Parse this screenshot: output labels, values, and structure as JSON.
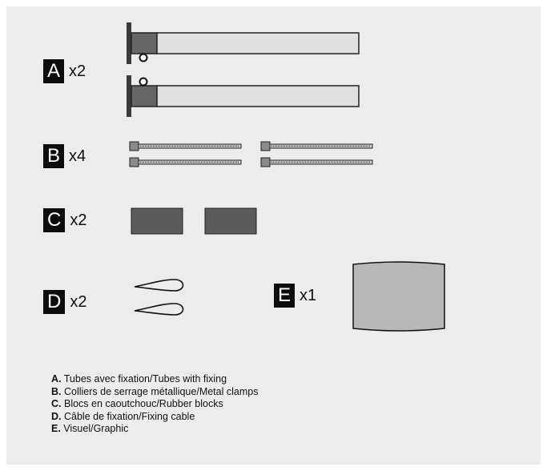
{
  "parts": [
    {
      "letter": "A",
      "quantity": "x2"
    },
    {
      "letter": "B",
      "quantity": "x4"
    },
    {
      "letter": "C",
      "quantity": "x2"
    },
    {
      "letter": "D",
      "quantity": "x2"
    },
    {
      "letter": "E",
      "quantity": "x1"
    }
  ],
  "legend": [
    {
      "key": "A.",
      "text": "Tubes avec fixation/Tubes with fixing"
    },
    {
      "key": "B.",
      "text": "Colliers de serrage métallique/Metal clamps"
    },
    {
      "key": "C.",
      "text": "Blocs en caoutchouc/Rubber blocks"
    },
    {
      "key": "D.",
      "text": "Câble de fixation/Fixing cable"
    },
    {
      "key": "E.",
      "text": "Visuel/Graphic"
    }
  ],
  "colors": {
    "panel": "#ececec",
    "label_box": "#0d0d0d",
    "tube": "#e0e0e0",
    "fixing": "#666666",
    "rubber": "#5a5a5a",
    "graphic": "#b8b8b8"
  }
}
